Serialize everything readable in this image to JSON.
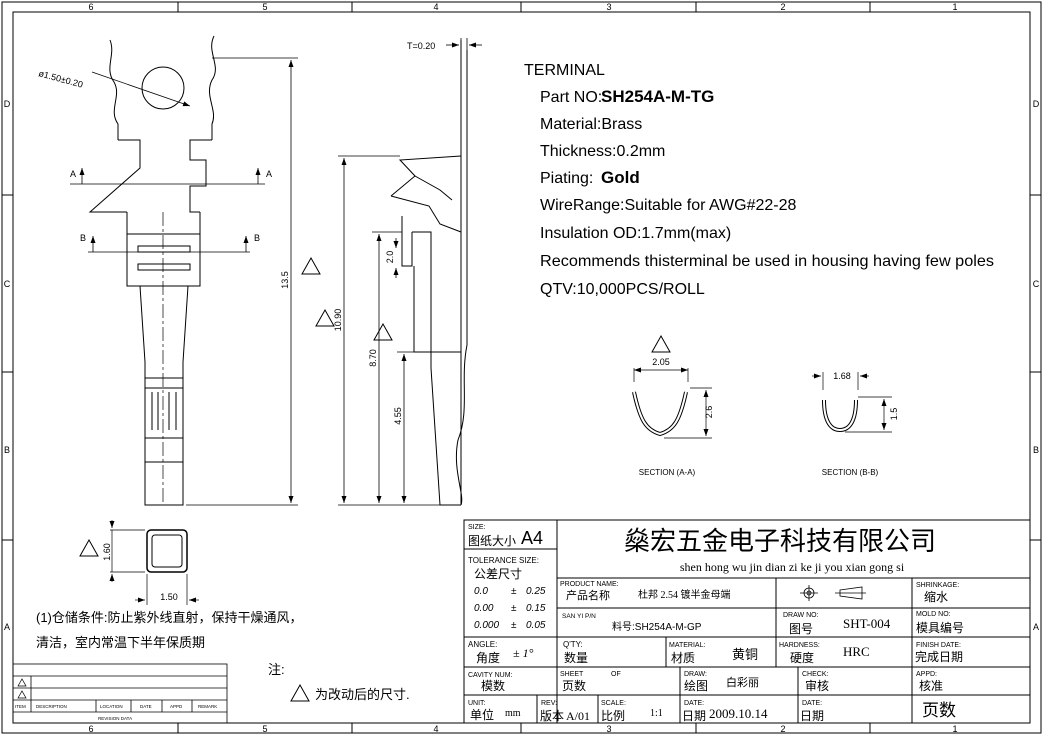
{
  "border": {
    "top_numbers": [
      "6",
      "5",
      "4",
      "3",
      "2",
      "1"
    ],
    "bottom_numbers": [
      "6",
      "5",
      "4",
      "3",
      "2",
      "1"
    ],
    "left_letters": [
      "D",
      "C",
      "B",
      "A"
    ],
    "right_letters": [
      "D",
      "C",
      "B",
      "A"
    ]
  },
  "spec": {
    "heading": "TERMINAL",
    "part_label": "Part NO:",
    "part_value": "SH254A-M-TG",
    "material": "Material:Brass",
    "thickness": "Thickness:0.2mm",
    "plating_label": "Piating:",
    "plating_value": "Gold",
    "wire_range": "WireRange:Suitable for AWG#22-28",
    "insulation": "Insulation OD:1.7mm(max)",
    "recommend": "Recommends thisterminal be used in housing having few poles",
    "qty": "QTV:10,000PCS/ROLL"
  },
  "dims": {
    "hole": "ø1.50±0.20",
    "t": "T=0.20",
    "len_total": "13.5",
    "len_1090": "10.90",
    "len_870": "8.70",
    "len_455": "4.55",
    "len_20": "2.0",
    "box_h": "1.60",
    "box_w": "1.50",
    "sec_a_w": "2.05",
    "sec_a_h": "2.6",
    "sec_b_w": "1.68",
    "sec_b_h": "1.5",
    "sec_a_label": "SECTION (A-A)",
    "sec_b_label": "SECTION (B-B)",
    "marker_a": "A",
    "marker_b": "B"
  },
  "notes": {
    "storage_line1": "(1)仓储条件:防止紫外线直射，保持干燥通风，",
    "storage_line2": "清洁，室内常温下半年保质期",
    "zhu": "注:",
    "changed_dim": "为改动后的尺寸."
  },
  "revision_table": {
    "headers": [
      "ITEM",
      "DESCRIPTION",
      "LOCATION",
      "DATE",
      "APPD",
      "REMARK"
    ],
    "caption": "REVISION DATA"
  },
  "title_block": {
    "size_label": "SIZE:",
    "size_cn": "图纸大小",
    "size_value": "A4",
    "company_cn": "燊宏五金电子科技有限公司",
    "company_pinyin": "shen hong wu jin dian zi ke ji you xian gong si",
    "tolerance_label": "TOLERANCE SIZE:",
    "tolerance_cn": "公差尺寸",
    "tol_rows": [
      {
        "a": "0.0",
        "b": "±",
        "c": "0.25"
      },
      {
        "a": "0.00",
        "b": "±",
        "c": "0.15"
      },
      {
        "a": "0.000",
        "b": "±",
        "c": "0.05"
      }
    ],
    "product_name_label": "PRODUCT NAME:",
    "product_name_cn": "产品名称",
    "product_name_value": "杜邦 2.54 镀半金母端",
    "san_yi_label": "SAN YI P/N",
    "liao_hao": "料号:SH254A-M-GP",
    "draw_no_label": "DRAW NO:",
    "draw_no_cn": "图号",
    "draw_no_value": "SHT-004",
    "shrinkage_label": "SHRINKAGE:",
    "shrinkage_cn": "缩水",
    "mold_no_label": "MOLD NO:",
    "mold_no_cn": "模具编号",
    "angle_label": "ANGLE:",
    "angle_cn": "角度",
    "angle_value": "±  1°",
    "qty_label": "Q'TY:",
    "qty_cn": "数量",
    "material_label": "MATERIAL:",
    "material_cn": "材质",
    "material_value": "黄铜",
    "hardness_label": "HARDNESS:",
    "hardness_cn": "硬度",
    "hardness_value": "HRC",
    "finish_label": "FINISH DATE:",
    "finish_cn": "完成日期",
    "cavity_label": "CAVITY NUM:",
    "cavity_cn": "模数",
    "sheet_label": "SHEET",
    "sheet_of": "OF",
    "sheet_cn": "页数",
    "draw_label": "DRAW:",
    "draw_cn": "绘图",
    "draw_value": "白彩丽",
    "check_label": "CHECK:",
    "check_cn": "审核",
    "appd_label": "APPD:",
    "appd_cn": "核准",
    "unit_label": "UNIT:",
    "unit_cn": "单位",
    "unit_value": "mm",
    "rev_label": "REV:",
    "rev_cn": "版本",
    "rev_value": "A/01",
    "scale_label": "SCALE:",
    "scale_cn": "比例",
    "scale_value": "1:1",
    "date_label": "DATE:",
    "date_cn": "日期",
    "date_value": "2009.10.14",
    "date2_label": "DATE:",
    "date2_cn": "日期",
    "pages_cn": "页数"
  }
}
